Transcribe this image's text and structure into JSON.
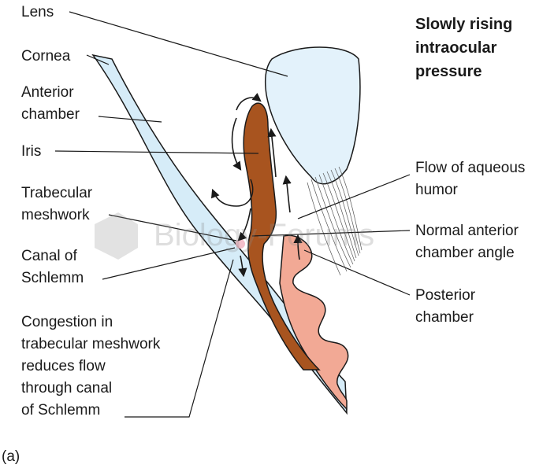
{
  "title": [
    "Slowly rising",
    "intraocular",
    "pressure"
  ],
  "figure_label": "(a)",
  "labels": {
    "lens": "Lens",
    "cornea": "Cornea",
    "anterior_chamber": [
      "Anterior",
      "chamber"
    ],
    "iris": "Iris",
    "trabecular_meshwork": [
      "Trabecular",
      "meshwork"
    ],
    "canal_of_schlemm": [
      "Canal of",
      "Schlemm"
    ],
    "congestion": [
      "Congestion in",
      "trabecular meshwork",
      "reduces flow",
      "through canal",
      "of Schlemm"
    ],
    "flow_aqueous": [
      "Flow of aqueous",
      "humor"
    ],
    "normal_angle": [
      "Normal anterior",
      "chamber angle"
    ],
    "posterior_chamber": [
      "Posterior",
      "chamber"
    ]
  },
  "watermark": "Biology-Forums",
  "colors": {
    "cornea": "#d6ecf8",
    "lens": "#e3f2fb",
    "iris": "#a8541f",
    "ciliary": "#f2a995",
    "outline": "#1a1a1a"
  }
}
